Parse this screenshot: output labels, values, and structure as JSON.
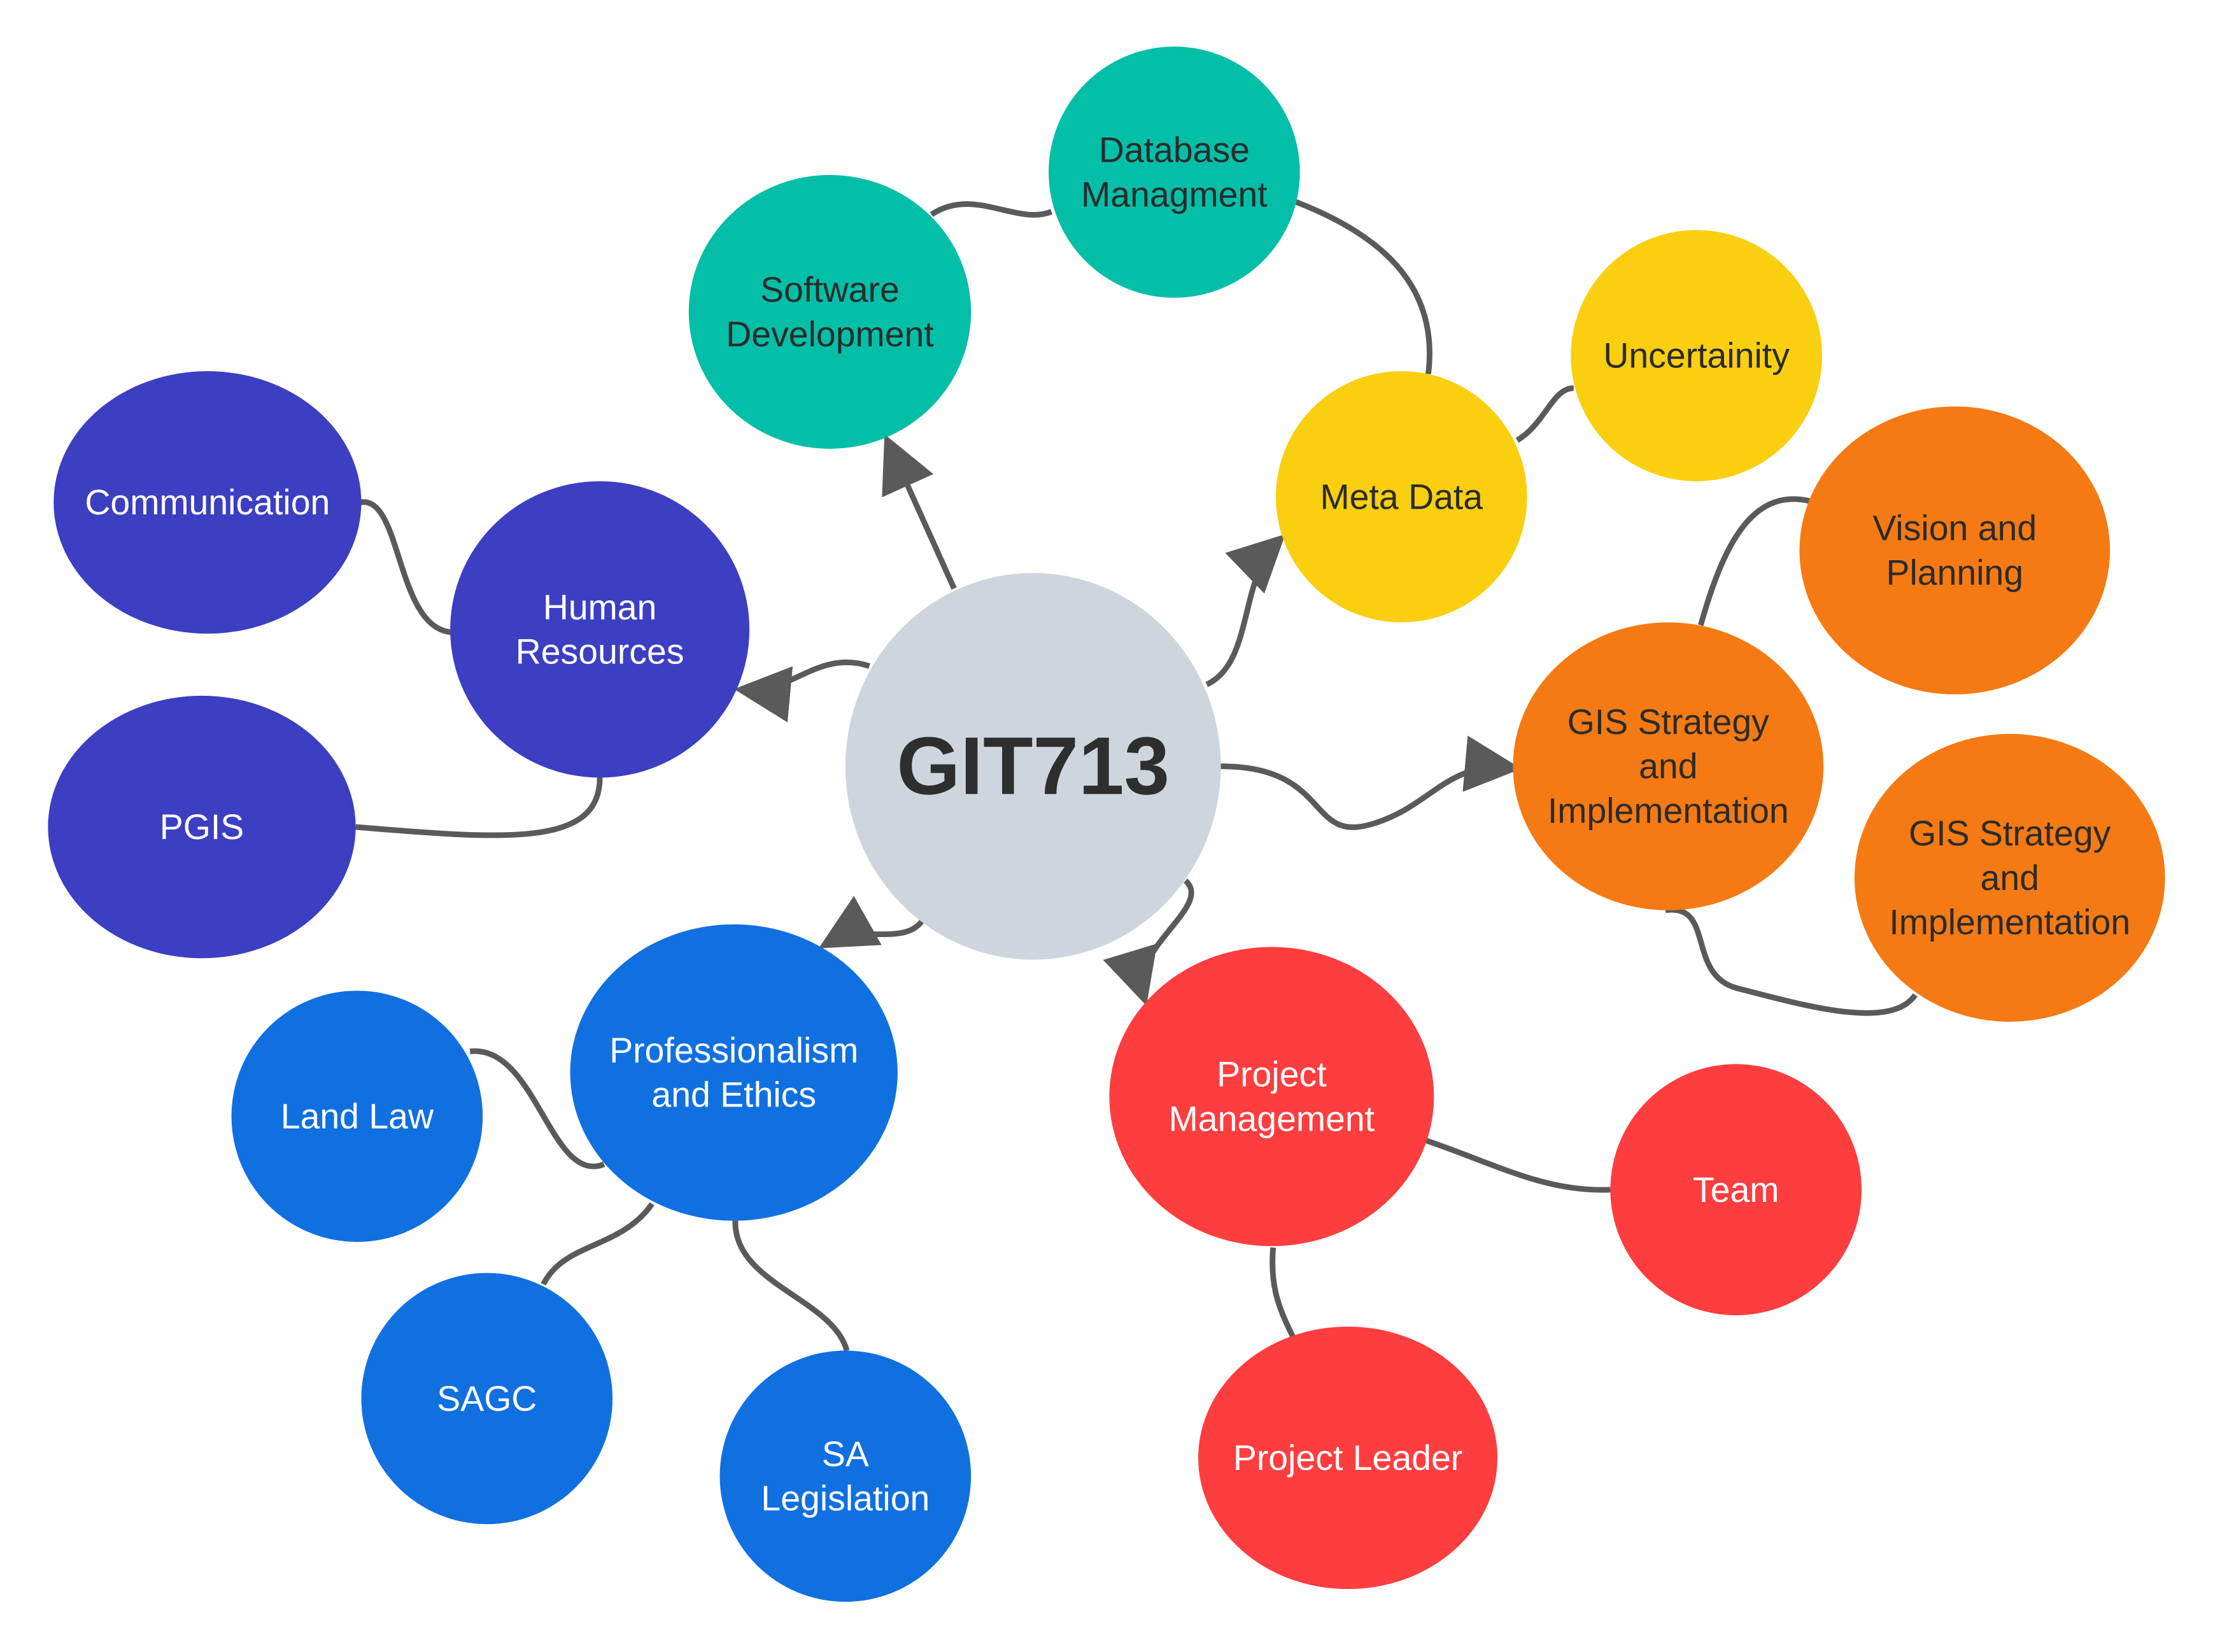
{
  "colors": {
    "center": "#CFD5DD",
    "center_text": "#2E2E2E",
    "teal": "#03BFA7",
    "yellow": "#F9CF10",
    "orange": "#F57A13",
    "indigo": "#3C3FC1",
    "blue": "#1070E0",
    "red": "#FE3D3F",
    "dark_text": "#2B2B2B",
    "light_text": "#FFFFFF",
    "line": "#5A5A5A"
  },
  "center": {
    "id": "git713",
    "label": "GIT713"
  },
  "nodes": [
    {
      "id": "software-development",
      "lines": [
        "Software",
        "Development"
      ],
      "color": "teal",
      "text": "dark_text"
    },
    {
      "id": "database-managment",
      "lines": [
        "Database",
        "Managment"
      ],
      "color": "teal",
      "text": "dark_text"
    },
    {
      "id": "meta-data",
      "lines": [
        "Meta Data"
      ],
      "color": "yellow",
      "text": "dark_text"
    },
    {
      "id": "uncertainity",
      "lines": [
        "Uncertainity"
      ],
      "color": "yellow",
      "text": "dark_text"
    },
    {
      "id": "vision-and-planning",
      "lines": [
        "Vision and",
        "Planning"
      ],
      "color": "orange",
      "text": "dark_text"
    },
    {
      "id": "gis-strategy-main",
      "lines": [
        "GIS Strategy",
        "and",
        "Implementation"
      ],
      "color": "orange",
      "text": "dark_text"
    },
    {
      "id": "gis-strategy-secondary",
      "lines": [
        "GIS Strategy",
        "and",
        "Implementation"
      ],
      "color": "orange",
      "text": "dark_text"
    },
    {
      "id": "communication",
      "lines": [
        "Communication"
      ],
      "color": "indigo",
      "text": "light_text"
    },
    {
      "id": "human-resources",
      "lines": [
        "Human",
        "Resources"
      ],
      "color": "indigo",
      "text": "light_text"
    },
    {
      "id": "pgis",
      "lines": [
        "PGIS"
      ],
      "color": "indigo",
      "text": "light_text"
    },
    {
      "id": "professionalism-and-ethics",
      "lines": [
        "Professionalism",
        "and Ethics"
      ],
      "color": "blue",
      "text": "light_text"
    },
    {
      "id": "land-law",
      "lines": [
        "Land Law"
      ],
      "color": "blue",
      "text": "light_text"
    },
    {
      "id": "sagc",
      "lines": [
        "SAGC"
      ],
      "color": "blue",
      "text": "light_text"
    },
    {
      "id": "sa-legislation",
      "lines": [
        "SA",
        "Legislation"
      ],
      "color": "blue",
      "text": "light_text"
    },
    {
      "id": "project-management",
      "lines": [
        "Project",
        "Management"
      ],
      "color": "red",
      "text": "light_text"
    },
    {
      "id": "team",
      "lines": [
        "Team"
      ],
      "color": "red",
      "text": "light_text"
    },
    {
      "id": "project-leader",
      "lines": [
        "Project Leader"
      ],
      "color": "red",
      "text": "light_text"
    }
  ],
  "edges": [
    {
      "from": "git713",
      "to": "software-development",
      "arrow": true
    },
    {
      "from": "git713",
      "to": "meta-data",
      "arrow": true
    },
    {
      "from": "git713",
      "to": "human-resources",
      "arrow": true
    },
    {
      "from": "git713",
      "to": "gis-strategy-main",
      "arrow": true
    },
    {
      "from": "git713",
      "to": "professionalism-and-ethics",
      "arrow": true
    },
    {
      "from": "git713",
      "to": "project-management",
      "arrow": true
    },
    {
      "from": "software-development",
      "to": "database-managment",
      "arrow": false
    },
    {
      "from": "database-managment",
      "to": "meta-data",
      "arrow": false
    },
    {
      "from": "meta-data",
      "to": "uncertainity",
      "arrow": false
    },
    {
      "from": "gis-strategy-main",
      "to": "vision-and-planning",
      "arrow": false
    },
    {
      "from": "gis-strategy-main",
      "to": "gis-strategy-secondary",
      "arrow": false
    },
    {
      "from": "human-resources",
      "to": "communication",
      "arrow": false
    },
    {
      "from": "human-resources",
      "to": "pgis",
      "arrow": false
    },
    {
      "from": "professionalism-and-ethics",
      "to": "land-law",
      "arrow": false
    },
    {
      "from": "professionalism-and-ethics",
      "to": "sagc",
      "arrow": false
    },
    {
      "from": "professionalism-and-ethics",
      "to": "sa-legislation",
      "arrow": false
    },
    {
      "from": "project-management",
      "to": "team",
      "arrow": false
    },
    {
      "from": "project-management",
      "to": "project-leader",
      "arrow": false
    }
  ]
}
